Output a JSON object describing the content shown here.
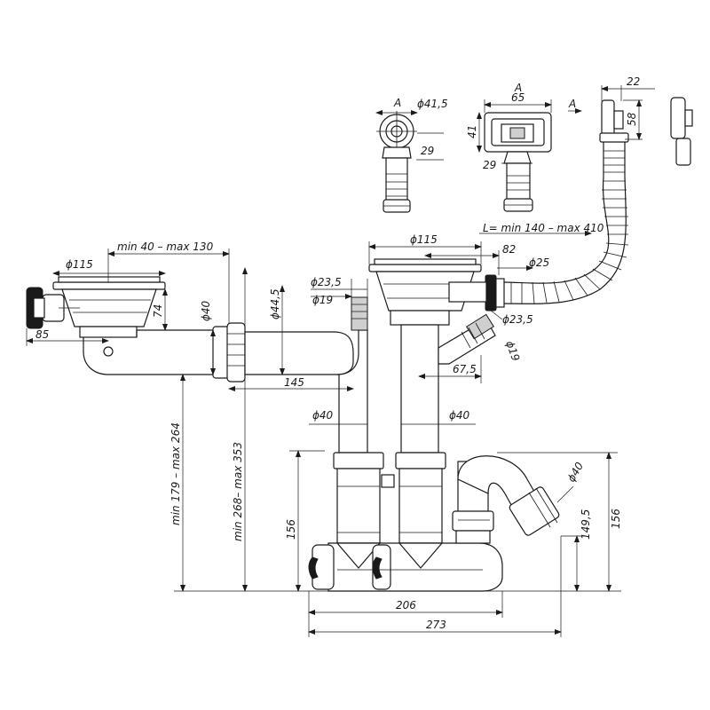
{
  "view_labels": {
    "a_left": "A",
    "a_middle": "A",
    "a_right": "A"
  },
  "dimensions": {
    "d41_5": "ϕ41,5",
    "d29_top_left": "29",
    "d65": "65",
    "d41": "41",
    "d29_top_mid": "29",
    "d22": "22",
    "d58": "58",
    "hose_length": "L= min 140 – max 410",
    "d115_left": "ϕ115",
    "overflow_range": "min 40 – max 130",
    "d115_mid": "ϕ115",
    "d82": "82",
    "d25": "ϕ25",
    "d23_5_a": "ϕ23,5",
    "d19_a": "ϕ19",
    "d44_5": "ϕ44,5",
    "d40_h": "ϕ40",
    "d74": "74",
    "d85": "85",
    "d23_5_b": "ϕ23,5",
    "d19_b": "ϕ19",
    "d67_5": "67,5",
    "d145": "145",
    "d40_left": "ϕ40",
    "d40_right": "ϕ40",
    "range_179_264": "min 179 – max 264",
    "range_268_353": "min 268– max 353",
    "d156_left": "156",
    "d40_trap": "ϕ40",
    "d149_5": "149,5",
    "d156_right": "156",
    "d206": "206",
    "d273": "273"
  }
}
